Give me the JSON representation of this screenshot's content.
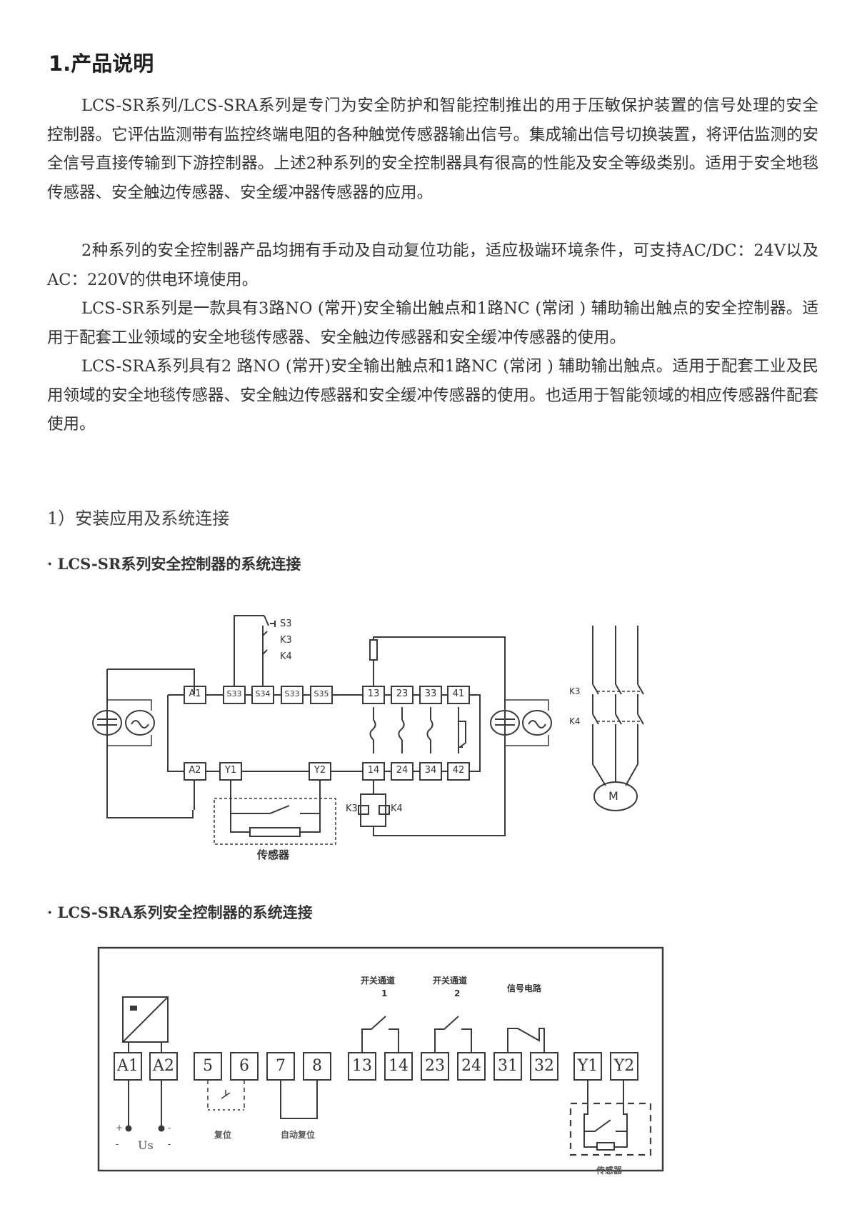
{
  "section": {
    "title": "1.产品说明",
    "paragraphs": [
      "LCS-SR系列/LCS-SRA系列是专门为安全防护和智能控制推出的用于压敏保护装置的信号处理的安全控制器。它评估监测带有监控终端电阻的各种触觉传感器输出信号。集成输出信号切换装置，将评估监测的安全信号直接传输到下游控制器。上述2种系列的安全控制器具有很高的性能及安全等级类别。适用于安全地毯传感器、安全触边传感器、安全缓冲器传感器的应用。",
      "2种系列的安全控制器产品均拥有手动及自动复位功能，适应极端环境条件，可支持AC/DC：24V以及AC：220V的供电环境使用。",
      "LCS-SR系列是一款具有3路NO (常开)安全输出触点和1路NC (常闭 ) 辅助输出触点的安全控制器。适用于配套工业领域的安全地毯传感器、安全触边传感器和安全缓冲传感器的使用。",
      "LCS-SRA系列具有2 路NO (常开)安全输出触点和1路NC (常闭 ) 辅助输出触点。适用于配套工业及民用领域的安全地毯传感器、安全触边传感器和安全缓冲传感器的使用。也适用于智能领域的相应传感器件配套使用。"
    ]
  },
  "subsection": {
    "title": "1）安装应用及系统连接",
    "diagram1_caption": "· LCS-SR系列安全控制器的系统连接",
    "diagram2_caption": "· LCS-SRA系列安全控制器的系统连接"
  },
  "diagram1": {
    "top_terminals": [
      "A1",
      "S33",
      "S34",
      "S33",
      "S35",
      "13",
      "23",
      "33",
      "41"
    ],
    "bottom_terminals": [
      "A2",
      "Y1",
      "Y2",
      "14",
      "24",
      "34",
      "42"
    ],
    "switch_labels": [
      "S3",
      "K3",
      "K4"
    ],
    "coil_labels": [
      "K3",
      "K4"
    ],
    "motor_contact_labels": [
      "K3",
      "K4"
    ],
    "motor_label": "M",
    "sensor_label": "传感器"
  },
  "diagram2": {
    "terminals": [
      "A1",
      "A2",
      "5",
      "6",
      "7",
      "8",
      "13",
      "14",
      "23",
      "24",
      "31",
      "32",
      "Y1",
      "Y2"
    ],
    "channel1_label": "开关通道",
    "channel1_num": "1",
    "channel2_label": "开关通道",
    "channel2_num": "2",
    "signal_label": "信号电路",
    "reset_label": "复位",
    "auto_reset_label": "自动复位",
    "supply_label": "Us",
    "plus": "+",
    "minus": "-",
    "sensor_label": "传感器"
  },
  "colors": {
    "text": "#333333",
    "line": "#3a3a3a",
    "background": "#ffffff"
  }
}
